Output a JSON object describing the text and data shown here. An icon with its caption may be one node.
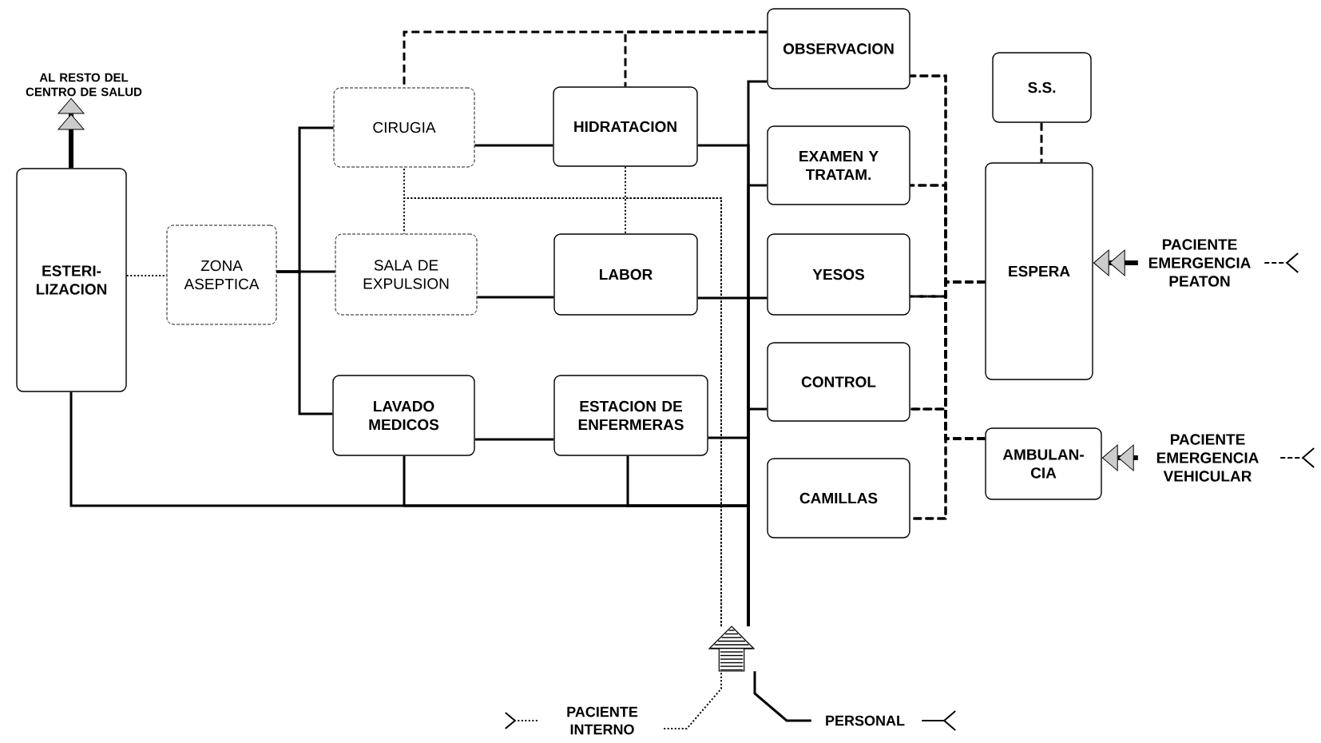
{
  "diagram": {
    "nodes": [
      {
        "text": [
          "ESTERI- LIZACION"
        ]
      },
      {
        "text": [
          "ZONA ASEPTICA"
        ]
      },
      {
        "text": [
          "CIRUGIA"
        ]
      },
      {
        "text": [
          "HIDRATACION"
        ]
      },
      {
        "text": [
          "SALA DE EXPULSION"
        ]
      },
      {
        "text": [
          "LABOR"
        ]
      },
      {
        "text": [
          "LAVADO MEDICOS"
        ]
      },
      {
        "text": [
          "ESTACION DE ENFERMERAS"
        ]
      },
      {
        "text": [
          "OBSERVACION"
        ]
      },
      {
        "text": [
          "EXAMEN Y TRATAM."
        ]
      },
      {
        "text": [
          "YESOS"
        ]
      },
      {
        "text": [
          "CONTROL"
        ]
      },
      {
        "text": [
          "CAMILLAS"
        ]
      },
      {
        "text": [
          "S.S."
        ]
      },
      {
        "text": [
          "ESPERA"
        ]
      },
      {
        "text": [
          "AMBULAN- CIA"
        ]
      },
      {
        "text": [
          "AL RESTO DEL CENTRO DE SALUD"
        ]
      },
      {
        "text": [],
        "shape": "arrow"
      },
      {
        "text": [
          "PACIENTE INTERNO"
        ]
      },
      {
        "text": [
          "PERSONAL"
        ]
      },
      {
        "text": [
          "PACIENTE EMERGENCIA PEATON"
        ]
      },
      {
        "text": [
          "PACIENTE EMERGENCIA VEHICULAR"
        ]
      }
    ],
    "edges": [
      {
        "from": 0,
        "to": 1,
        "arrow": "none",
        "style": "dashed"
      },
      {
        "from": 1,
        "to": 2,
        "arrow": "none"
      },
      {
        "from": 1,
        "to": 4,
        "arrow": "none"
      },
      {
        "from": 1,
        "to": 6,
        "arrow": "none"
      },
      {
        "from": 2,
        "to": 3,
        "arrow": "none"
      },
      {
        "from": 5,
        "to": 4,
        "arrow": "none"
      },
      {
        "from": 6,
        "to": 7,
        "arrow": "none"
      },
      {
        "from": 17,
        "to": 8,
        "arrow": "none"
      },
      {
        "from": 17,
        "to": 9,
        "arrow": "none"
      },
      {
        "from": 17,
        "to": 10,
        "arrow": "none"
      },
      {
        "from": 17,
        "to": 11,
        "arrow": "none"
      },
      {
        "from": 17,
        "to": 3,
        "arrow": "none"
      },
      {
        "from": 17,
        "to": 5,
        "arrow": "none"
      },
      {
        "from": 17,
        "to": 7,
        "arrow": "none"
      },
      {
        "from": 17,
        "to": 7,
        "arrow": "none"
      },
      {
        "from": 17,
        "to": 6,
        "arrow": "none"
      },
      {
        "from": 17,
        "to": 0,
        "arrow": "none"
      },
      {
        "from": 8,
        "to": 2,
        "arrow": "none",
        "style": "dashed"
      },
      {
        "from": 8,
        "to": 3,
        "arrow": "none",
        "style": "dashed"
      },
      {
        "from": 13,
        "to": 14,
        "arrow": "none",
        "style": "dashed"
      },
      {
        "from": 14,
        "to": 8,
        "arrow": "none",
        "style": "dashed"
      },
      {
        "from": 14,
        "to": 9,
        "arrow": "none",
        "style": "dashed"
      },
      {
        "from": 14,
        "to": 10,
        "arrow": "none",
        "style": "dashed"
      },
      {
        "from": 14,
        "to": 11,
        "arrow": "none",
        "style": "dashed"
      },
      {
        "from": 14,
        "to": 12,
        "arrow": "none",
        "style": "dashed"
      },
      {
        "from": 15,
        "to": 8,
        "arrow": "none",
        "style": "dashed"
      },
      {
        "from": 15,
        "to": 9,
        "arrow": "none",
        "style": "dashed"
      },
      {
        "from": 15,
        "to": 10,
        "arrow": "none",
        "style": "dashed"
      },
      {
        "from": 15,
        "to": 11,
        "arrow": "none",
        "style": "dashed"
      },
      {
        "from": 15,
        "to": 12,
        "arrow": "none",
        "style": "dashed"
      },
      {
        "from": 17,
        "to": 2,
        "arrow": "none",
        "style": "dashed"
      },
      {
        "from": 17,
        "to": 4,
        "arrow": "none",
        "style": "dashed"
      },
      {
        "from": 17,
        "to": 3,
        "arrow": "none",
        "style": "dashed"
      },
      {
        "from": 17,
        "to": 5,
        "arrow": "none",
        "style": "dashed"
      },
      {
        "from": 18,
        "to": 17,
        "arrow": "none",
        "style": "dashed"
      },
      {
        "from": 19,
        "to": 17,
        "arrow": "none"
      },
      {
        "from": 20,
        "to": 14,
        "arrow": "to",
        "style": "thick"
      },
      {
        "from": 21,
        "to": 15,
        "arrow": "to",
        "style": "thick"
      },
      {
        "from": 0,
        "to": 16,
        "arrow": "to",
        "style": "thick"
      }
    ]
  }
}
